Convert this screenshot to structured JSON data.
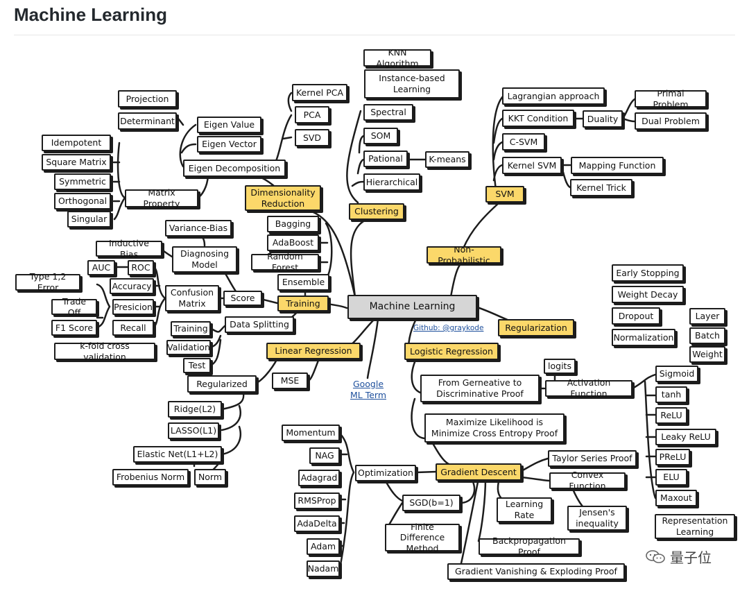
{
  "page": {
    "title": "Machine Learning"
  },
  "links": {
    "github": "Github: @graykode",
    "google": "Google\nML Term"
  },
  "watermark": {
    "text": "量子位",
    "icon": "wechat-icon"
  },
  "colors": {
    "highlight": "#fbd86a",
    "root": "#d6d6d6",
    "link": "#1d4f9c"
  },
  "nodes": {
    "root": "Machine Learning",
    "knn": "KNN Algorithm",
    "instance": "Instance-based\nLearning",
    "kernel_pca": "Kernel PCA",
    "projection": "Projection",
    "determinant": "Determinant",
    "eigen_value": "Eigen Value",
    "eigen_vector": "Eigen Vector",
    "pca": "PCA",
    "svd": "SVD",
    "idempotent": "Idempotent",
    "square_matrix": "Square Matrix",
    "symmetric": "Symmetric",
    "orthogonal": "Orthogonal",
    "singular": "Singular",
    "eigen_decomp": "Eigen Decomposition",
    "matrix_property": "Matrix Property",
    "dim_reduction": "Dimensionality\nReduction",
    "spectral": "Spectral",
    "som": "SOM",
    "pational": "Pational",
    "kmeans": "K-means",
    "hierarchical": "Hierarchical",
    "clustering": "Clustering",
    "lagrangian": "Lagrangian approach",
    "primal": "Primal Problem",
    "kkt": "KKT Condition",
    "duality": "Duality",
    "dual": "Dual Problem",
    "csvm": "C-SVM",
    "kernel_svm": "Kernel SVM",
    "mapping": "Mapping Function",
    "kernel_trick": "Kernel Trick",
    "svm": "SVM",
    "non_prob": "Non-Probabilistic",
    "variance_bias": "Variance-Bias",
    "bagging": "Bagging",
    "adaboost": "AdaBoost",
    "random_forest": "Random Forest",
    "ensemble": "Ensemble",
    "inductive_bias": "Inductive Bias",
    "diagnosing": "Diagnosing\nModel",
    "auc": "AUC",
    "roc": "ROC",
    "type12": "Type 1,2 Error",
    "accuracy": "Accuracy",
    "precision": "Presicion",
    "recall": "Recall",
    "tradeoff": "Trade Off",
    "f1": "F1 Score",
    "confusion": "Confusion\nMatrix",
    "score": "Score",
    "training": "Training",
    "early_stopping": "Early Stopping",
    "weight_decay": "Weight Decay",
    "dropout": "Dropout",
    "normalization": "Normalization",
    "layer": "Layer",
    "batch": "Batch",
    "weight": "Weight",
    "regularization": "Regularization",
    "training_set": "Training",
    "validation_set": "Validation",
    "test_set": "Test",
    "data_splitting": "Data Splitting",
    "kfold": "k-fold cross validation",
    "linear_regression": "Linear Regression",
    "mse": "MSE",
    "regularized": "Regularized",
    "ridge": "Ridge(L2)",
    "lasso": "LASSO(L1)",
    "elastic": "Elastic Net(L1+L2)",
    "frobenius": "Frobenius Norm",
    "norm": "Norm",
    "logistic_regression": "Logistic Regression",
    "logits": "logits",
    "from_generative": "From Gerneative to\nDiscriminative Proof",
    "activation": "Activation Function",
    "sigmoid": "Sigmoid",
    "tanh": "tanh",
    "relu": "ReLU",
    "leaky_relu": "Leaky ReLU",
    "prelu": "PReLU",
    "elu": "ELU",
    "maxout": "Maxout",
    "representation": "Representation\nLearning",
    "max_likelihood": "Maximize Likelihood is\nMinimize Cross Entropy Proof",
    "momentum": "Momentum",
    "nag": "NAG",
    "adagrad": "Adagrad",
    "rmsprop": "RMSProp",
    "adadelta": "AdaDelta",
    "adam": "Adam",
    "nadam": "Nadam",
    "optimization": "Optimization",
    "sgd": "SGD(b=1)",
    "gradient_descent": "Gradient Descent",
    "taylor": "Taylor Series Proof",
    "convex": "Convex Function",
    "learning_rate": "Learning\nRate",
    "jensen": "Jensen's\ninequality",
    "finite_diff": "Finite Difference\nMethod",
    "backprop": "Backpropagation Proof",
    "gradient_vanishing": "Gradient Vanishing & Exploding Proof"
  }
}
